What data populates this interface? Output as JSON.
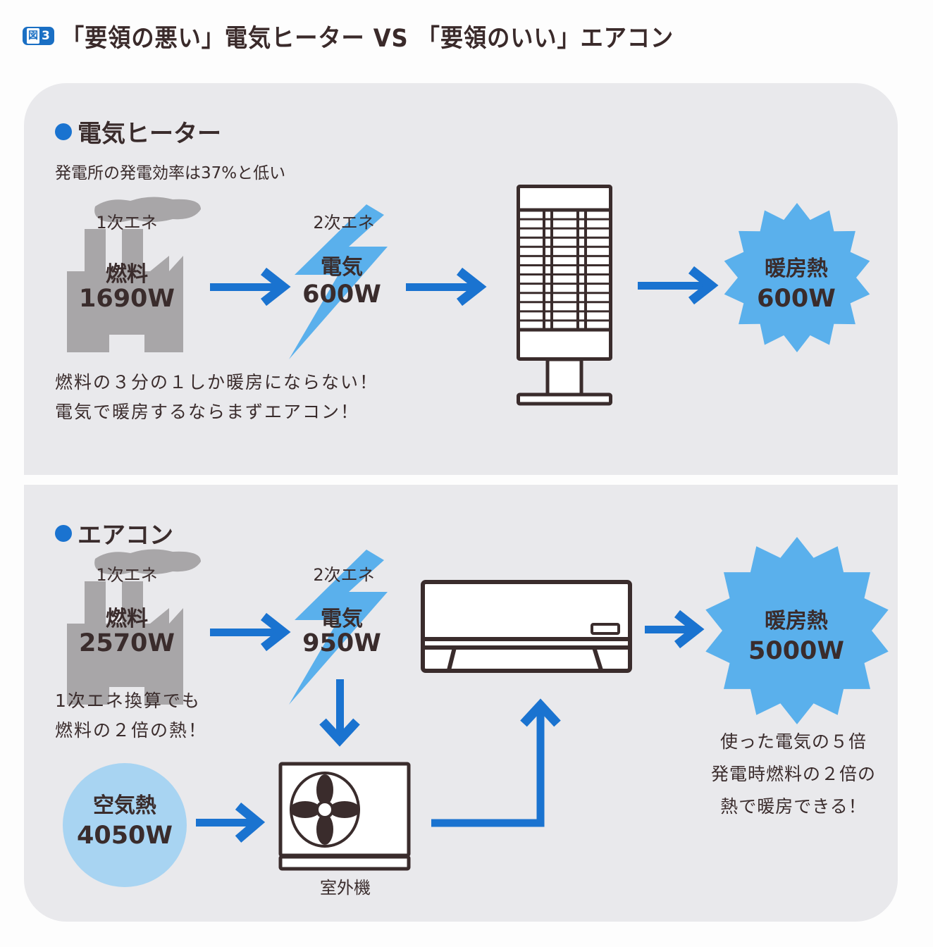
{
  "header": {
    "figure_badge": {
      "kanji": "図",
      "number": "3"
    },
    "title": "「要領の悪い」電気ヒーター VS 「要領のいい」エアコン"
  },
  "colors": {
    "accent_blue": "#1a73d0",
    "light_blue": "#5ab0ec",
    "air_heat_blue": "#a8d4f2",
    "factory_gray": "#a8a6a8",
    "outline_brown": "#3a2c2c",
    "panel_bg": "#e9e9ec"
  },
  "heater_section": {
    "heading": "電気ヒーター",
    "subtitle": "発電所の発電効率は37%と低い",
    "primary": {
      "label": "1次エネ",
      "name": "燃料",
      "value": "1690W",
      "icon": "factory-icon"
    },
    "secondary": {
      "label": "2次エネ",
      "name": "電気",
      "value": "600W",
      "icon": "lightning-icon"
    },
    "device": {
      "icon": "electric-heater-icon"
    },
    "output": {
      "name": "暖房熱",
      "value": "600W",
      "icon": "starburst-icon"
    },
    "note_lines": [
      "燃料の３分の１しか暖房にならない！",
      "電気で暖房するならまずエアコン！"
    ]
  },
  "aircon_section": {
    "heading": "エアコン",
    "primary": {
      "label": "1次エネ",
      "name": "燃料",
      "value": "2570W",
      "icon": "factory-icon"
    },
    "secondary": {
      "label": "2次エネ",
      "name": "電気",
      "value": "950W",
      "icon": "lightning-icon"
    },
    "device": {
      "icon": "air-conditioner-icon"
    },
    "outdoor_unit": {
      "label": "室外機",
      "icon": "outdoor-unit-fan-icon"
    },
    "air_heat": {
      "name": "空気熱",
      "value": "4050W"
    },
    "output": {
      "name": "暖房熱",
      "value": "5000W",
      "icon": "starburst-icon"
    },
    "note_left_lines": [
      "1次エネ換算でも",
      "燃料の２倍の熱！"
    ],
    "note_right_lines": [
      "使った電気の５倍",
      "発電時燃料の２倍の",
      "熱で暖房できる！"
    ]
  }
}
